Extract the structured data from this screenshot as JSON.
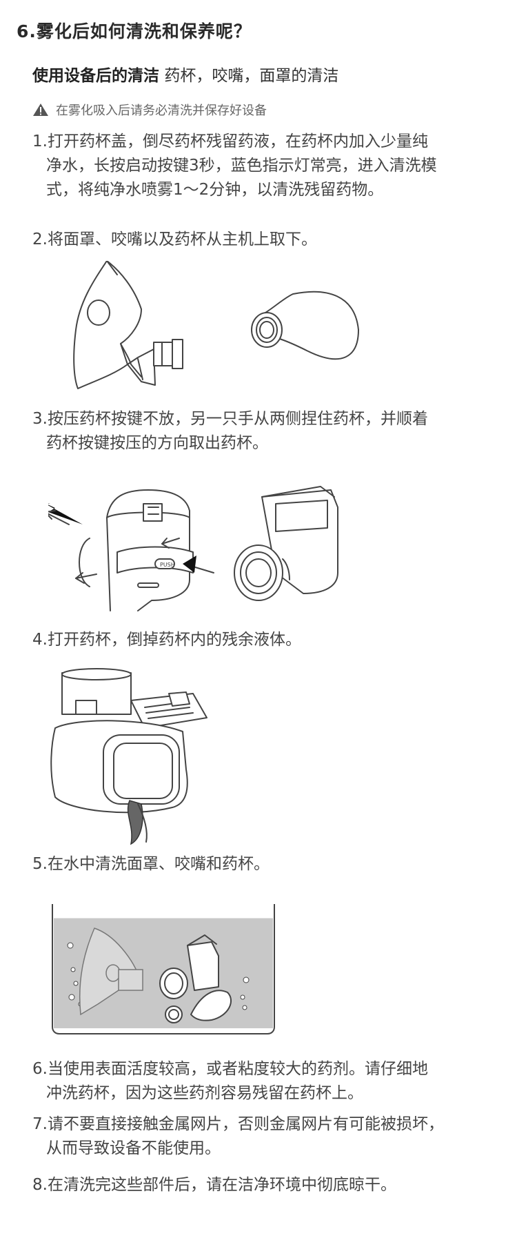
{
  "title": "6.雾化后如何清洗和保养呢？",
  "subhead": {
    "bold": "使用设备后的清洁",
    "rest": "药杯，咬嘴，面罩的清洁"
  },
  "warning": "在雾化吸入后请务必清洗并保存好设备",
  "steps": [
    {
      "first": "1.打开药杯盖，倒尽药杯残留药液，在药杯内加入少量纯",
      "cont": [
        "净水，长按启动按键3秒，蓝色指示灯常亮，进入清洗模",
        "式，将纯净水喷雾1～2分钟，以清洗残留药物。"
      ]
    },
    {
      "first": "2.将面罩、咬嘴以及药杯从主机上取下。",
      "cont": []
    },
    {
      "first": "3.按压药杯按键不放，另一只手从两侧捏住药杯，并顺着",
      "cont": [
        "药杯按键按压的方向取出药杯。"
      ]
    },
    {
      "first": "4.打开药杯，倒掉药杯内的残余液体。",
      "cont": []
    },
    {
      "first": "5.在水中清洗面罩、咬嘴和药杯。",
      "cont": []
    },
    {
      "first": "6.当使用表面活度较高，或者粘度较大的药剂。请仔细地",
      "cont": [
        "冲洗药杯，因为这些药剂容易残留在药杯上。"
      ]
    },
    {
      "first": "7.请不要直接接触金属网片，否则金属网片有可能被损坏，",
      "cont": [
        "从而导致设备不能使用。"
      ]
    },
    {
      "first": "8.在清洗完这些部件后，请在洁净环境中彻底晾干。",
      "cont": []
    }
  ],
  "button_label": "PUSH",
  "icons": {
    "warning": "warning-triangle-icon"
  },
  "colors": {
    "text": "#444444",
    "water": "#c8c8c8",
    "arrow": "#111111"
  }
}
